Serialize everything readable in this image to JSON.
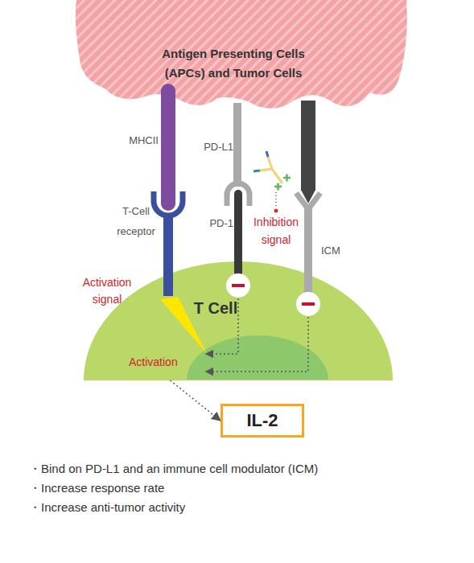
{
  "diagram": {
    "nodes": [
      {
        "text": [
          "Antigen Presenting Cells (APCs) and Tumor Cells"
        ]
      },
      {
        "text": [
          "T Cell"
        ]
      },
      {
        "text": [
          "IL-2"
        ]
      }
    ],
    "edges": [
      {
        "from": 1,
        "to": 2,
        "arrow": "to"
      }
    ],
    "labels": [
      "MHCII",
      "PD-L1",
      "T-Cell receptor",
      "PD-1",
      "Inhibition signal",
      "ICM",
      "Activation signal",
      "Activation",
      "・Bind on PD-L1 and an immune cell modulator (ICM)",
      "・Increase response rate",
      "・Increase anti-tumor activity"
    ]
  }
}
